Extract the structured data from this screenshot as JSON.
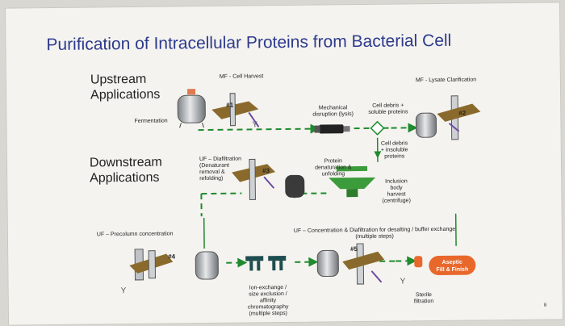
{
  "title": "Purification of Intracellular Proteins from Bacterial Cell",
  "sections": {
    "upstream": "Upstream\nApplications",
    "downstream": "Downstream\nApplications"
  },
  "labels": {
    "mf_cell_harvest": "MF - Cell Harvest",
    "mf_lysate": "MF - Lysate Clarification",
    "fermentation": "Fermentation",
    "mechanical": "Mechanical\ndisruption (lysis)",
    "cell_debris_soluble": "Cell debris +\nsoluble proteins",
    "cell_debris_insoluble": "Cell debris\n+ insoluble\nproteins",
    "uf_diafiltration": "UF – Diafiltration\n(Denaturant\nremoval &\nrefolding)",
    "protein_denaturation": "Protein\ndenaturation &\nunfolding",
    "inclusion_body": "Inclusion\nbody\nharvest\n(centrifuge)",
    "uf_precolumn": "UF – Precolumn concentration",
    "uf_concentration": "UF – Concentration & Diafiltration for desalting / buffer exchange\n(multiple steps)",
    "chromatography": "Ion-exchange /\nsize exclusion /\naffinity\nchromatography\n(multiple steps)",
    "sterile": "Sterile\nfiltration",
    "aseptic": "Aseptic\nFill & Finish"
  },
  "tags": {
    "t1": "#1",
    "t2": "#2",
    "t3": "#3",
    "t4": "#4",
    "t5": "#5"
  },
  "page_number": "8",
  "colors": {
    "title": "#2d3a8c",
    "arrow": "#1f8a2e",
    "asepticFill": "#e8682c",
    "tank": "#b9bcbf",
    "filterBrown": "#8a6a2c",
    "filterPurple": "#6c4aa0"
  }
}
